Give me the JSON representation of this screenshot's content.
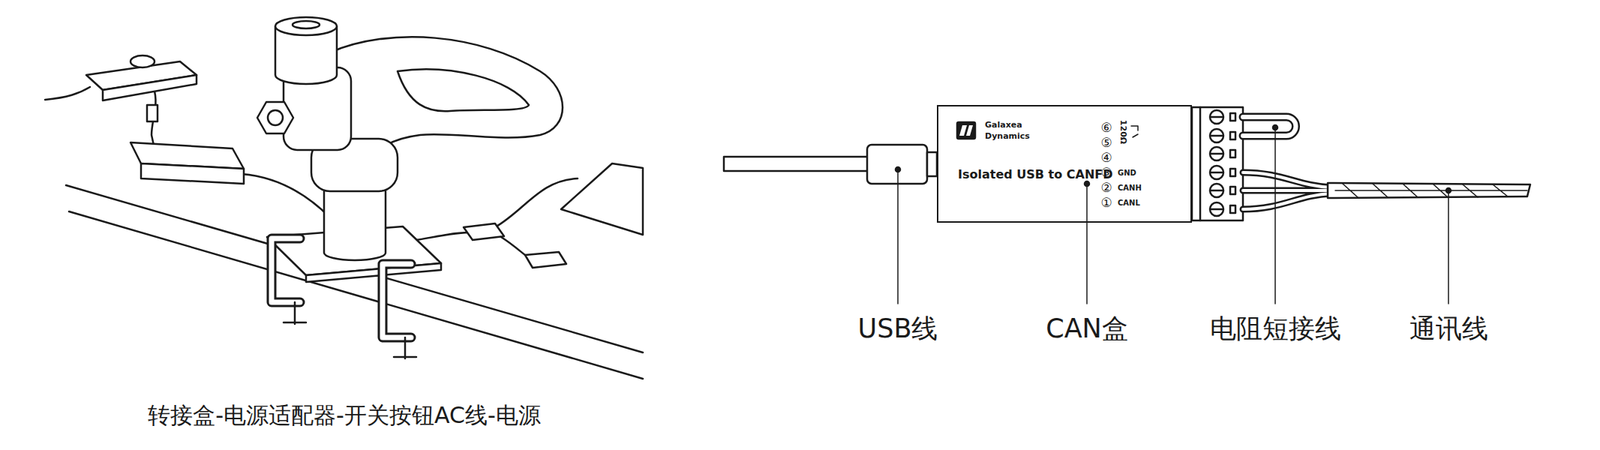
{
  "diagram": {
    "caption": "转接盒-电源适配器-开关按钮AC线-电源",
    "nodes": [
      {
        "text": [
          "Galaxea Dynamics",
          "Isolated USB to CANFD"
        ]
      }
    ],
    "labels": [
      "⑥",
      "⑤",
      "④",
      "③",
      "②",
      "①",
      "120Ω",
      "GND",
      "CANH",
      "CANL",
      "USB线",
      "CAN盒",
      "电阻短接线",
      "通讯线"
    ]
  }
}
